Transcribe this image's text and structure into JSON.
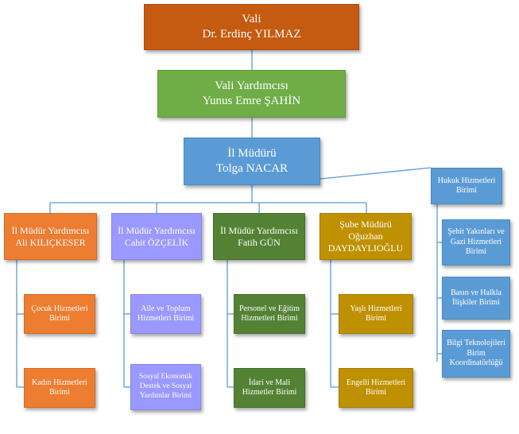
{
  "vali": {
    "role": "Vali",
    "name": "Dr. Erdinç YILMAZ"
  },
  "vali_yardimcisi": {
    "role": "Vali Yardımcısı",
    "name": "Yunus Emre ŞAHİN"
  },
  "il_muduru": {
    "role": "İl Müdürü",
    "name": "Tolga NACAR"
  },
  "hukuk": {
    "label": "Hukuk Hizmetleri Birimi"
  },
  "yardimcilar": [
    {
      "role": "İl Müdür Yardımcısı",
      "name": "Ali KILIÇKESER"
    },
    {
      "role": "İl Müdür Yardımcısı",
      "name": "Cahit ÖZÇELİK"
    },
    {
      "role": "İl Müdür Yardımcısı",
      "name": "Fatih GÜN"
    },
    {
      "role": "Şube Müdürü",
      "name": "Oğuzhan DAYDAYLIOĞLU"
    }
  ],
  "units": [
    [
      "Çocuk Hizmetleri Birimi",
      "Kadın Hizmetleri Birimi"
    ],
    [
      "Aile ve Toplum Hizmetleri Birimi",
      "Sosyal Ekonomik Destek ve Sosyal Yardımlar Birimi"
    ],
    [
      "Personel ve Eğitim Hizmetleri Birimi",
      "İdari ve Mali Hizmetler Birimi"
    ],
    [
      "Yaşlı Hizmetleri Birimi",
      "Engelli Hizmetleri Birimi"
    ]
  ],
  "right_units": [
    "Şehit Yakınları ve Gazi Hizmetleri Birimi",
    "Basın ve Halkla İlişkiler Birimi",
    "Bilgi Teknolojileri Birim Koordinatörlüğü"
  ],
  "colors": {
    "vali": "#c55a11",
    "vali_yardimcisi": "#70ad47",
    "il_muduru": "#5b9bd5",
    "col1": "#ed7d31",
    "col2": "#9999ff",
    "col3": "#548235",
    "col4": "#bf9000",
    "connector": "#5b9bd5"
  }
}
